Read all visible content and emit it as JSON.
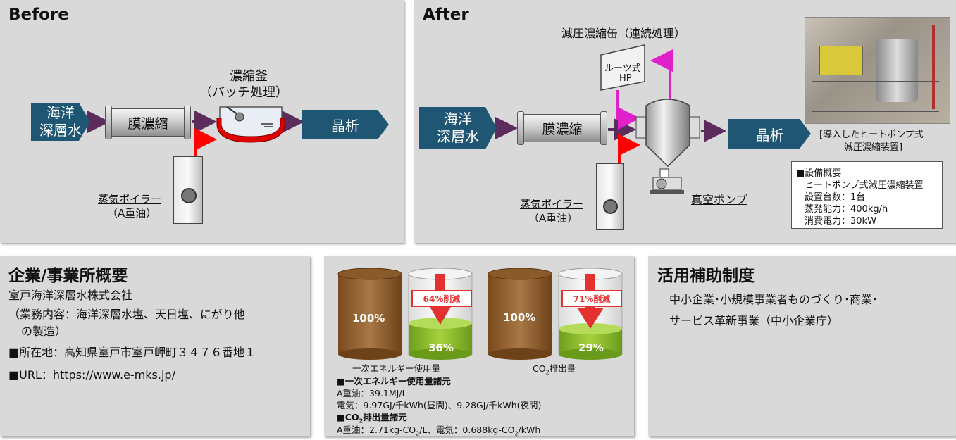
{
  "before": {
    "title": "Before",
    "source": "海洋\n深層水",
    "membrane": "膜濃縮",
    "kettle_title_1": "濃縮釜",
    "kettle_title_2": "（バッチ処理）",
    "output": "晶析",
    "boiler_label": "蒸気ボイラー",
    "boiler_fuel": "（A重油）"
  },
  "after": {
    "title": "After",
    "evap_title": "減圧濃縮缶（連続処理）",
    "heat_pump_1": "ルーツ式",
    "heat_pump_2": "HP",
    "source": "海洋\n深層水",
    "membrane": "膜濃縮",
    "output": "晶析",
    "boiler_label": "蒸気ボイラー",
    "boiler_fuel": "（A重油）",
    "vacuum_pump": "真空ポンプ",
    "photo_caption_1": "[導入したヒートポンプ式",
    "photo_caption_2": "減圧濃縮装置]",
    "equipment": {
      "heading": "■設備概要",
      "name": "ヒートポンプ式減圧濃縮装置",
      "units": "設置台数：1台",
      "capacity": "蒸発能力：400kg/h",
      "power": "消費電力：30kW"
    }
  },
  "company": {
    "title": "企業/事業所概要",
    "name": "室戸海洋深層水株式会社",
    "business_1": "（業務内容：海洋深層水塩、天日塩、にがり他",
    "business_2": "の製造）",
    "address": "■所在地：高知県室戸市室戸岬町３４７６番地１",
    "url": "■URL：https://www.e-mks.jp/"
  },
  "results": {
    "energy_before": "100%",
    "energy_after": "36%",
    "energy_reduction": "64%削減",
    "energy_label": "一次エネルギー使用量",
    "co2_before": "100%",
    "co2_after": "29%",
    "co2_reduction": "71%削減",
    "co2_label_pre": "CO",
    "co2_label_post": "排出量",
    "energy_spec_heading": "■一次エネルギー使用量諸元",
    "energy_spec_1": "A重油：39.1MJ/L",
    "energy_spec_2": "電気：9.97GJ/千kWh(昼間)、9.28GJ/千kWh(夜間)",
    "co2_spec_heading_pre": "■CO",
    "co2_spec_heading_post": "排出量諸元",
    "co2_spec_1a": "A重油：2.71kg-CO",
    "co2_spec_1b": "/L、電気：0.688kg-CO",
    "co2_spec_1c": "/kWh",
    "sub2": "2"
  },
  "subsidy": {
    "title": "活用補助制度",
    "line1": "中小企業･小規模事業者ものづくり･商業･",
    "line2": "サービス革新事業（中小企業庁）"
  },
  "colors": {
    "panel": "#d9d9d9",
    "navy": "#1f5673",
    "steam": "#ff0000",
    "flow": "#5b2c5c",
    "hp": "#e020c8",
    "brown": "#8b5a2b",
    "green": "#8bbd2a"
  }
}
